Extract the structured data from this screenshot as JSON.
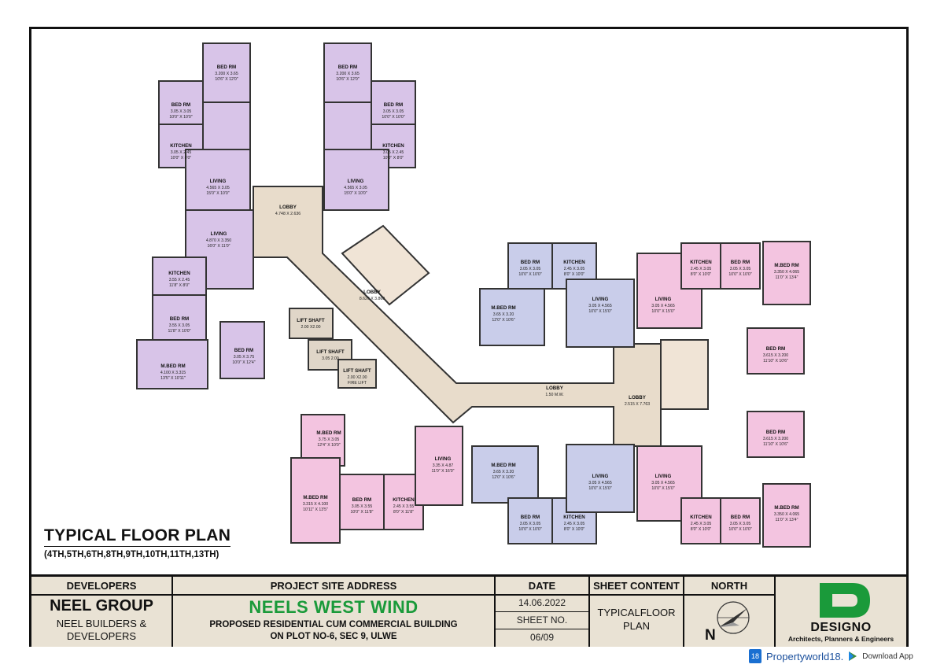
{
  "plan": {
    "title": "TYPICAL FLOOR PLAN",
    "floors": "(4TH,5TH,6TH,8TH,9TH,10TH,11TH,13TH)",
    "rooms": [
      {
        "name": "BED RM",
        "dim": "3.200 X 3.65",
        "ft": "10'6\" X 12'0\""
      },
      {
        "name": "BED RM",
        "dim": "3.05 X 3.05",
        "ft": "10'0\" X 10'0\""
      },
      {
        "name": "KITCHEN",
        "dim": "3.05 X 2.45",
        "ft": "10'0\" X 8'0\""
      },
      {
        "name": "LIVING",
        "dim": "4.565 X 3.05",
        "ft": "15'0\" X 10'0\""
      },
      {
        "name": "BED RM",
        "dim": "3.200 X 3.65",
        "ft": "10'6\" X 12'0\""
      },
      {
        "name": "BED RM",
        "dim": "3.05 X 3.05",
        "ft": "10'0\" X 10'0\""
      },
      {
        "name": "KITCHEN",
        "dim": "3.05 X 2.45",
        "ft": "10'0\" X 8'0\""
      },
      {
        "name": "LIVING",
        "dim": "4.565 X 3.05",
        "ft": "15'0\" X 10'0\""
      },
      {
        "name": "LOBBY",
        "dim": "4.748 X 2.636",
        "ft": ""
      },
      {
        "name": "LIVING",
        "dim": "4.870 X 3.350",
        "ft": "16'0\" X 11'0\""
      },
      {
        "name": "KITCHEN",
        "dim": "3.55 X 2.45",
        "ft": "11'8\" X 8'0\""
      },
      {
        "name": "BED RM",
        "dim": "3.55 X 3.05",
        "ft": "11'8\" X 10'0\""
      },
      {
        "name": "M.BED RM",
        "dim": "4.100 X 3.315",
        "ft": "13'5\" X 10'11\""
      },
      {
        "name": "BED RM",
        "dim": "3.05 X 3.75",
        "ft": "10'0\" X 12'4\""
      },
      {
        "name": "LIFT SHAFT",
        "dim": "2.00 X2.00",
        "ft": ""
      },
      {
        "name": "LIFT SHAFT",
        "dim": "3.05 2.00",
        "ft": ""
      },
      {
        "name": "LIFT SHAFT",
        "dim": "2.00 X2.00",
        "ft": "FIRE LIFT"
      },
      {
        "name": "LOBBY",
        "dim": "8.626 X 3.860",
        "ft": ""
      },
      {
        "name": "M.BED RM",
        "dim": "3.75 X 3.05",
        "ft": "12'4\" X 10'0\""
      },
      {
        "name": "LIVING",
        "dim": "3.35 X 4.87",
        "ft": "11'0\" X 16'0\""
      },
      {
        "name": "M.BED RM",
        "dim": "3.315 X 4.100",
        "ft": "10'11\" X 13'5\""
      },
      {
        "name": "BED RM",
        "dim": "3.05 X 3.55",
        "ft": "10'0\" X 11'8\""
      },
      {
        "name": "KITCHEN",
        "dim": "2.45 X 3.55",
        "ft": "8'0\" X 11'8\""
      },
      {
        "name": "BED RM",
        "dim": "3.05 X 3.05",
        "ft": "10'0\" X 10'0\""
      },
      {
        "name": "KITCHEN",
        "dim": "2.45 X 3.05",
        "ft": "8'0\" X 10'0\""
      },
      {
        "name": "M.BED RM",
        "dim": "3.65 X 3.20",
        "ft": "12'0\" X 10'6\""
      },
      {
        "name": "LIVING",
        "dim": "3.05 X 4.565",
        "ft": "10'0\" X 15'0\""
      },
      {
        "name": "LIVING",
        "dim": "3.05 X 4.565",
        "ft": "10'0\" X 15'0\""
      },
      {
        "name": "KITCHEN",
        "dim": "2.45 X 3.05",
        "ft": "8'0\" X 10'0\""
      },
      {
        "name": "BED RM",
        "dim": "3.05 X 3.05",
        "ft": "10'0\" X 10'0\""
      },
      {
        "name": "M.BED RM",
        "dim": "3.350 X 4.065",
        "ft": "11'0\" X 13'4\""
      },
      {
        "name": "BED RM",
        "dim": "3.615 X 3.200",
        "ft": "11'10\" X 10'6\""
      },
      {
        "name": "LOBBY",
        "dim": "1.50 M.W.",
        "ft": ""
      },
      {
        "name": "LOBBY",
        "dim": "2.515 X 7.763",
        "ft": ""
      },
      {
        "name": "M.BED RM",
        "dim": "3.65 X 3.20",
        "ft": "12'0\" X 10'6\""
      },
      {
        "name": "BED RM",
        "dim": "3.05 X 3.05",
        "ft": "10'0\" X 10'0\""
      },
      {
        "name": "KITCHEN",
        "dim": "2.45 X 3.05",
        "ft": "8'0\" X 10'0\""
      },
      {
        "name": "LIVING",
        "dim": "3.05 X 4.565",
        "ft": "10'0\" X 15'0\""
      },
      {
        "name": "LIVING",
        "dim": "3.05 X 4.565",
        "ft": "10'0\" X 15'0\""
      },
      {
        "name": "KITCHEN",
        "dim": "2.45 X 3.05",
        "ft": "8'0\" X 10'0\""
      },
      {
        "name": "BED RM",
        "dim": "3.05 X 3.05",
        "ft": "10'0\" X 10'0\""
      },
      {
        "name": "BED RM",
        "dim": "3.615 X 3.200",
        "ft": "11'10\" X 10'6\""
      },
      {
        "name": "M.BED RM",
        "dim": "3.350 X 4.065",
        "ft": "11'0\" X 13'4\""
      }
    ]
  },
  "titleblock": {
    "developers_label": "DEVELOPERS",
    "developer_name": "NEEL GROUP",
    "developer_sub1": "NEEL BUILDERS &",
    "developer_sub2": "DEVELOPERS",
    "site_label": "PROJECT SITE ADDRESS",
    "project_name": "NEELS WEST WIND",
    "project_line1": "PROPOSED RESIDENTIAL CUM COMMERCIAL BUILDING",
    "project_line2": "ON PLOT NO-6, SEC 9, ULWE",
    "date_label": "DATE",
    "date_value": "14.06.2022",
    "sheet_no_label": "SHEET NO.",
    "sheet_no_value": "06/09",
    "content_label": "SHEET CONTENT",
    "content_value1": "TYPICALFLOOR",
    "content_value2": "PLAN",
    "north_label": "NORTH",
    "north_letter": "N",
    "logo_letter": "D",
    "firm_name": "DESIGNO",
    "firm_tagline": "Architects, Planners & Engineers",
    "colors": {
      "green": "#1a9a3a",
      "paper": "#e9e2d4"
    }
  },
  "watermark": {
    "badge": "18",
    "site": "Propertyworld18.",
    "download": "Download App"
  },
  "colors": {
    "purple_unit": "#d8c4e8",
    "blue_unit": "#c9cdea",
    "pink_unit": "#f3c4e0",
    "lobby": "#e8dccb",
    "wall": "#333333"
  }
}
